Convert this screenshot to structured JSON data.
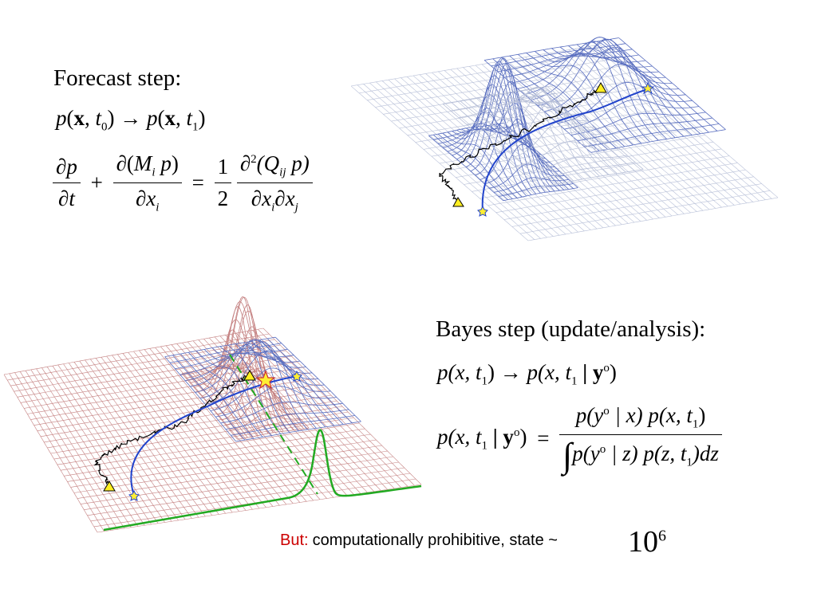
{
  "forecast": {
    "heading": "Forecast step:",
    "transition": {
      "p1": "p",
      "x1": "x",
      "t0": "t",
      "t0_sub": "0",
      "arrow": "→",
      "p2": "p",
      "x2": "x",
      "t1": "t",
      "t1_sub": "1"
    },
    "fpe": {
      "term1_num": "∂p",
      "term1_den": "∂t",
      "plus": "+",
      "term2_num_a": "∂(",
      "term2_num_M": "M",
      "term2_num_i": "i",
      "term2_num_p": "p",
      "term2_num_close": ")",
      "term2_den_a": "∂x",
      "term2_den_i": "i",
      "equals": "=",
      "half_num": "1",
      "half_den": "2",
      "term3_num_a": "∂",
      "term3_num_2": "2",
      "term3_num_Q": "(Q",
      "term3_num_ij": "ij",
      "term3_num_p": "p)",
      "term3_den_a": "∂x",
      "term3_den_i": "i",
      "term3_den_b": "∂x",
      "term3_den_j": "j"
    }
  },
  "bayes": {
    "heading": "Bayes step (update/analysis):",
    "transition": {
      "lhs": "p(x, t",
      "lhs_sub": "1",
      "lhs_close": ")",
      "arrow": "→",
      "rhs": "p(x, t",
      "rhs_sub": "1",
      "rhs_mid": " | y",
      "rhs_sup": "o",
      "rhs_close": ")"
    },
    "formula": {
      "lhs_a": "p(x, t",
      "lhs_sub": "1",
      "lhs_b": " | y",
      "lhs_sup": "o",
      "lhs_c": ")",
      "equals": "=",
      "num_a": "p(y",
      "num_sup": "o",
      "num_b": " | x) p(x, t",
      "num_sub": "1",
      "num_c": ")",
      "integral": "∫",
      "den_a": "p(y",
      "den_sup": "o",
      "den_b": " | z) p(z, t",
      "den_sub": "1",
      "den_c": ")dz"
    }
  },
  "note": {
    "prefix": "But:",
    "text": "computationally prohibitive, state ~",
    "base": "10",
    "exponent": "6"
  },
  "colors": {
    "prefix_red": "#cc0000",
    "grid_blue": "#5a6fc0",
    "grid_light": "#b8c0d8",
    "grid_red": "#c48080",
    "path_blue": "#2244cc",
    "path_black": "#000000",
    "green": "#22aa22",
    "star": "#ffee33",
    "triangle": "#ffee22"
  },
  "icons": {
    "star": "star-marker-icon",
    "triangle": "triangle-marker-icon"
  }
}
